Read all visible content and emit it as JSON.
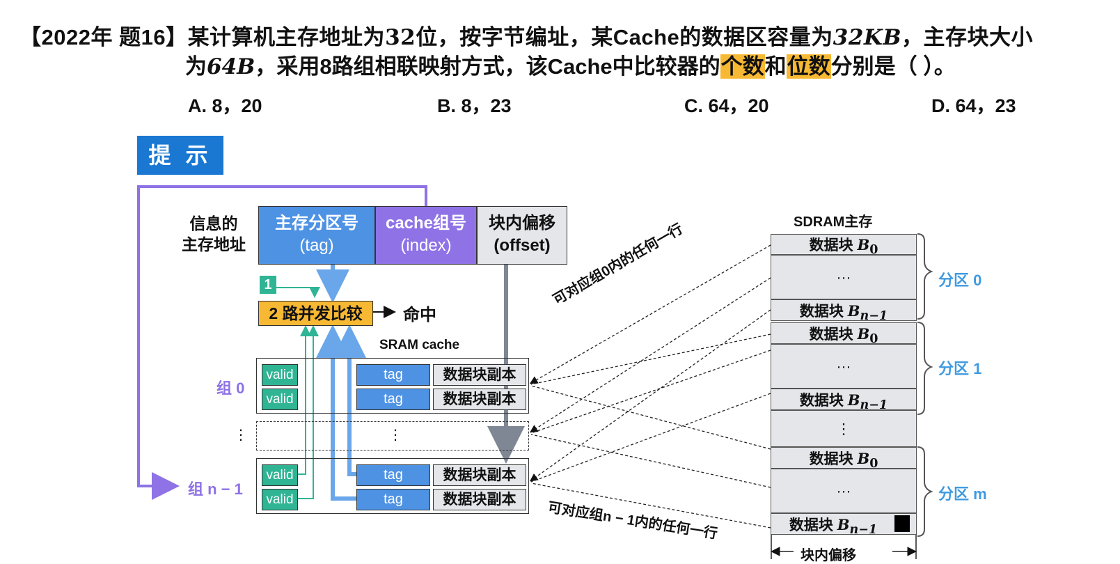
{
  "question": {
    "source": "【2022年 题16】",
    "l1_a": "某计算机主存地址为",
    "l1_b": "32",
    "l1_c": "位，按字节编址，某Cache的数据区容量为",
    "l1_d": "32KB",
    "l1_e": "，主存块大小",
    "l2_a": "为",
    "l2_b": "64B",
    "l2_c": "，采用8路组相联映射方式，该Cache中比较器的",
    "l2_hl1": "个数",
    "l2_d": "和",
    "l2_hl2": "位数",
    "l2_e": "分别是（    ）。",
    "options": [
      "A. 8，20",
      "B. 8，23",
      "C. 64，20",
      "D. 64，23"
    ],
    "highlight_color": "#f7b833"
  },
  "hint": {
    "label": "提 示",
    "color": "#1a77d2"
  },
  "address": {
    "label_l1": "信息的",
    "label_l2": "主存地址",
    "tag_l1": "主存分区号",
    "tag_l2": "(tag)",
    "index_l1": "cache组号",
    "index_l2": "(index)",
    "offset_l1": "块内偏移",
    "offset_l2": "(offset)"
  },
  "compare": {
    "step": "1",
    "label": "2 路并发比较",
    "hit": "命中"
  },
  "cache": {
    "title": "SRAM cache",
    "group0": "组 0",
    "group_n_1": "组 n − 1",
    "valid": "valid",
    "tag": "tag",
    "data": "数据块副本",
    "dots": "⋮"
  },
  "memory": {
    "title": "SDRAM主存",
    "block": "数据块",
    "b0": "B",
    "b0_sub": "0",
    "bn": "B",
    "bn_sub": "n−1",
    "ellipsis": "···",
    "vdots": "⋮",
    "partitions": [
      "分区 0",
      "分区 1",
      "分区 m"
    ],
    "offset_label": "块内偏移"
  },
  "annotations": {
    "group0_any": "可对应组0内的任何一行",
    "groupn_any": "可对应组n − 1内的任何一行"
  },
  "colors": {
    "tag": "#4e92e4",
    "index": "#8e72e6",
    "valid": "#2fb494",
    "compare": "#f7b833",
    "partition": "#3f9ae0"
  }
}
